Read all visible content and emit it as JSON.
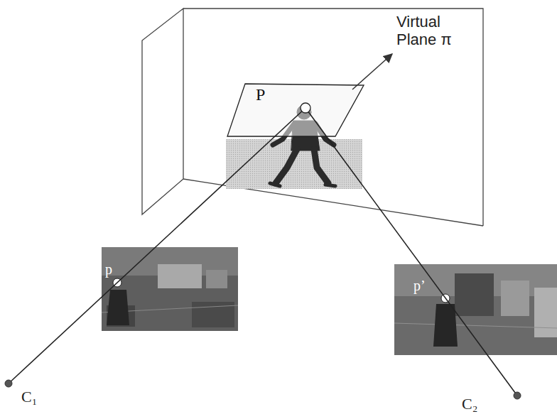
{
  "diagram": {
    "labels": [
      "Virtual Plane π",
      "P",
      "p",
      "p’",
      "C₁",
      "C₂"
    ]
  }
}
